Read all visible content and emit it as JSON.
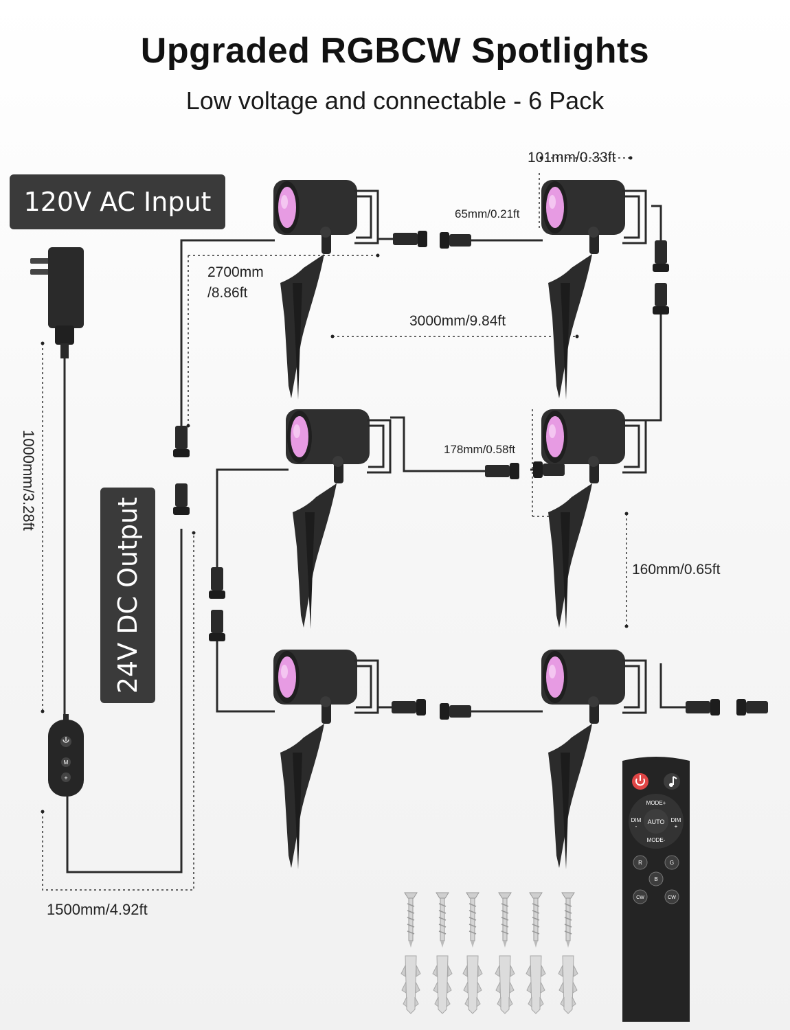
{
  "header": {
    "title": "Upgraded RGBCW Spotlights",
    "subtitle": "Low voltage and connectable - 6 Pack"
  },
  "labels": {
    "input": "120V AC Input",
    "output": "24V DC Output"
  },
  "dimensions": {
    "head_width": "101mm/0.33ft",
    "head_height": "65mm/0.21ft",
    "lead_cable": "2700mm\n/8.86ft",
    "spacing": "3000mm/9.84ft",
    "pigtail": "178mm/0.58ft",
    "stake": "160mm/0.65ft",
    "adapter_cable": "1000mm/3.28ft",
    "controller_cable": "1500mm/4.92ft"
  },
  "controller_buttons": [
    "M",
    "+"
  ],
  "remote": {
    "mode_up": "MODE+",
    "mode_down": "MODE-",
    "auto": "AUTO",
    "dim_minus": "DIM",
    "dim_plus": "DIM",
    "sign_minus": "-",
    "sign_plus": "+",
    "color_buttons": [
      "R",
      "G",
      "B",
      "CW",
      "CW"
    ]
  },
  "colors": {
    "lamp_body": "#2b2b2b",
    "lens": "#e79be3",
    "cable": "#2a2a2a",
    "badge": "#3a3a3a",
    "power_button": "#e04646"
  }
}
